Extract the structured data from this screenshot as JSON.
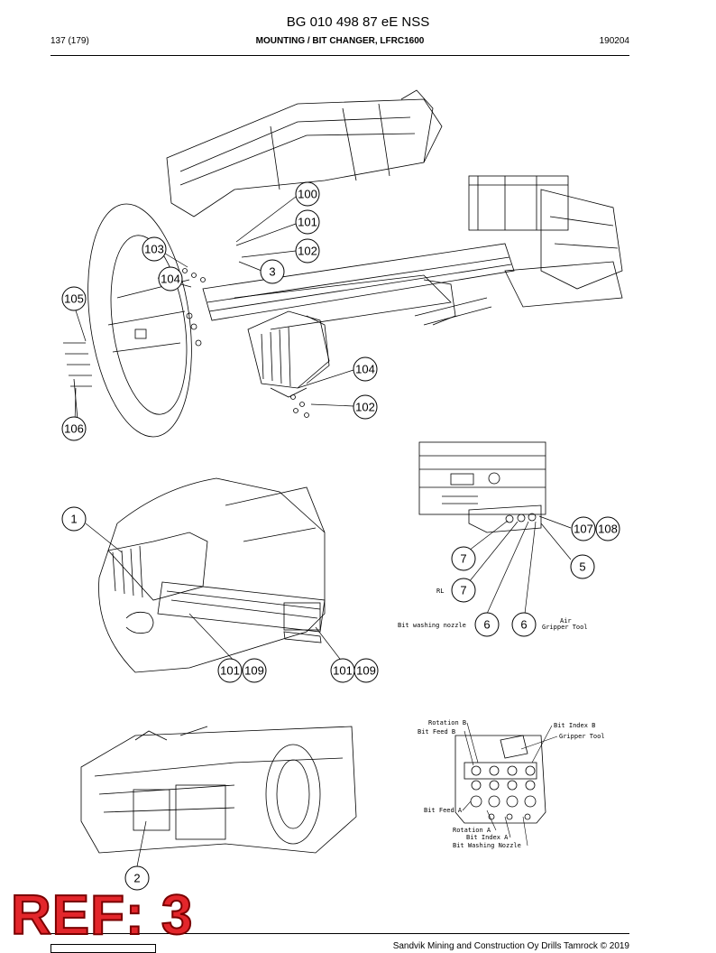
{
  "header": {
    "title": "BG 010 498 87 eE NSS",
    "page": "137 (179)",
    "section": "MOUNTING / BIT CHANGER, LFRC1600",
    "date": "190204"
  },
  "callouts": {
    "c100": "100",
    "c101": "101",
    "c102": "102",
    "c3": "3",
    "c103": "103",
    "c104": "104",
    "c105": "105",
    "c106": "106",
    "c104b": "104",
    "c102b": "102",
    "c1": "1",
    "c101c": "101",
    "c109": "109",
    "c101d": "101",
    "c109b": "109",
    "c107": "107",
    "c108": "108",
    "c7": "7",
    "c5": "5",
    "c7b": "7",
    "c6": "6",
    "c6b": "6",
    "c2": "2"
  },
  "labels": {
    "bit_washing_nozzle": "Bit washing nozzle",
    "air_gripper_top": "Air",
    "air_gripper_tool": "Gripper Tool",
    "rl": "RL",
    "rotation_b": "Rotation B",
    "bit_feed_b": "Bit Feed B",
    "bit_index_b": "Bit Index B",
    "gripper_tool": "Gripper Tool",
    "bit_feed_a": "Bit Feed A",
    "rotation_a": "Rotation A",
    "bit_index_a": "Bit Index A",
    "bit_washing_nozzle_2": "Bit Washing Nozzle"
  },
  "stamp": {
    "text": "REF: 3"
  },
  "footer": {
    "copyright": "Sandvik Mining and Construction Oy Drills Tamrock © 2019"
  }
}
